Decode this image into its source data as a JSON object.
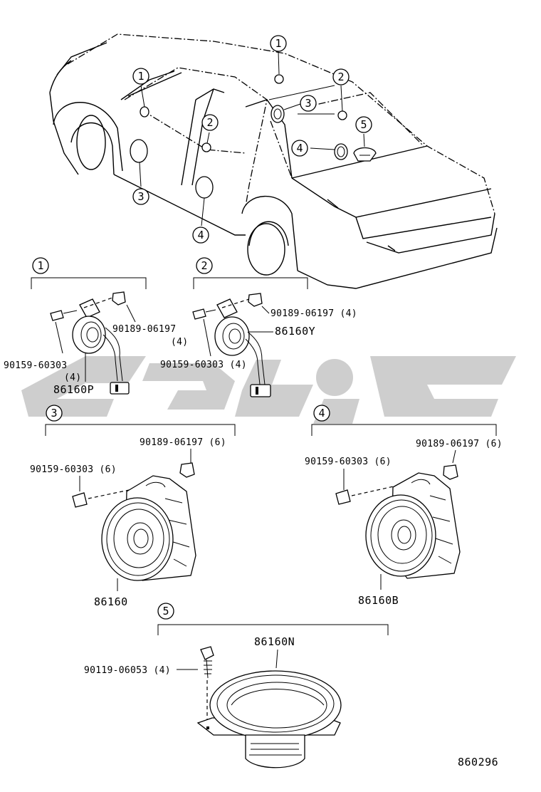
{
  "callouts": {
    "c1": "1",
    "c2": "2",
    "c3": "3",
    "c4": "4",
    "c5": "5"
  },
  "groups": {
    "g1": {
      "bolt": "90159-60303",
      "bolt_qty": "(4)",
      "clip": "90189-06197",
      "clip_qty": "(4)",
      "speaker": "86160P"
    },
    "g2": {
      "clip": "90189-06197 (4)",
      "bolt": "90159-60303 (4)",
      "speaker": "86160Y"
    },
    "g3": {
      "clip": "90189-06197 (6)",
      "bolt": "90159-60303 (6)",
      "speaker": "86160"
    },
    "g4": {
      "clip": "90189-06197 (6)",
      "bolt": "90159-60303 (6)",
      "speaker": "86160B"
    },
    "g5": {
      "screw": "90119-06053 (4)",
      "speaker": "86160N"
    }
  },
  "watermark_color": "#c9c9c9",
  "figure_id": "860296"
}
